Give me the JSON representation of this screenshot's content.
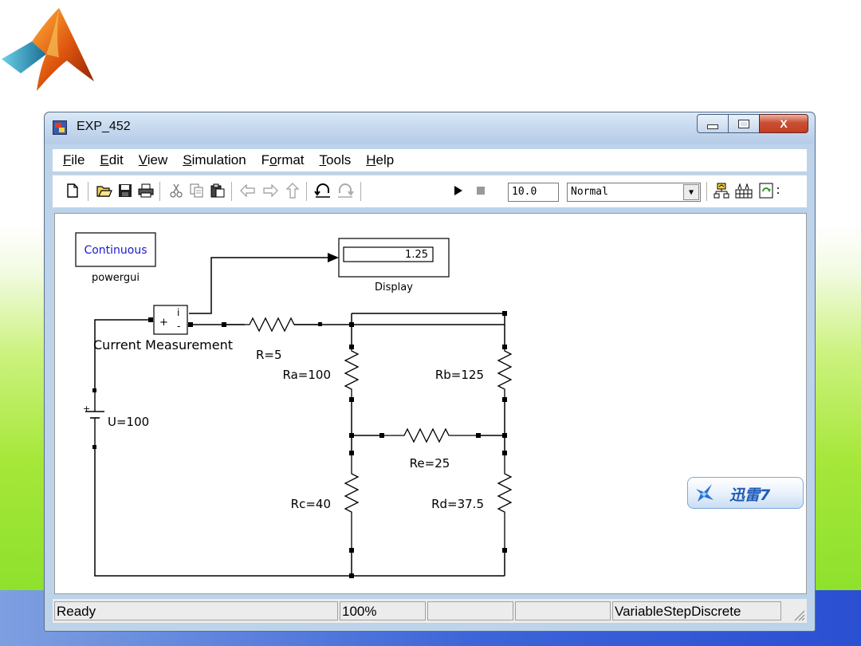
{
  "window": {
    "title": "EXP_452",
    "close_glyph": "X"
  },
  "menu": [
    {
      "pre": "",
      "key": "F",
      "post": "ile"
    },
    {
      "pre": "",
      "key": "E",
      "post": "dit"
    },
    {
      "pre": "",
      "key": "V",
      "post": "iew"
    },
    {
      "pre": "",
      "key": "S",
      "post": "imulation"
    },
    {
      "pre": "F",
      "key": "o",
      "post": "rmat"
    },
    {
      "pre": "",
      "key": "T",
      "post": "ools"
    },
    {
      "pre": "",
      "key": "H",
      "post": "elp"
    }
  ],
  "toolbar": {
    "stop_time": "10.0",
    "sim_mode": "Normal",
    "icons": [
      "new-icon",
      "open-icon",
      "save-icon",
      "print-icon",
      "cut-icon",
      "copy-icon",
      "paste-icon",
      "back-icon",
      "forward-icon",
      "up-icon",
      "undo-icon",
      "redo-icon",
      "start-icon",
      "stop-icon",
      "model-browser-icon",
      "library-icon",
      "update-icon"
    ]
  },
  "diagram": {
    "powergui_block": "Continuous",
    "powergui_label": "powergui",
    "display_value": "1.25",
    "display_label": "Display",
    "meter_plus": "+",
    "meter_minus": "-",
    "meter_i": "i",
    "current_measurement_label": "Current Measurement",
    "source_label": "U=100",
    "source_plus": "+",
    "r_label": "R=5",
    "ra_label": "Ra=100",
    "rb_label": "Rb=125",
    "re_label": "Re=25",
    "rc_label": "Rc=40",
    "rd_label": "Rd=37.5"
  },
  "status": {
    "state": "Ready",
    "zoom": "100%",
    "field3": "",
    "field4": "",
    "solver": "VariableStepDiscrete"
  },
  "xunlei": {
    "label": "迅雷7"
  },
  "colors": {
    "title_bar": "#c5d8ee",
    "close_button": "#c94f34",
    "powergui_text": "#1a1acc",
    "xunlei_text": "#1f5bb5"
  }
}
